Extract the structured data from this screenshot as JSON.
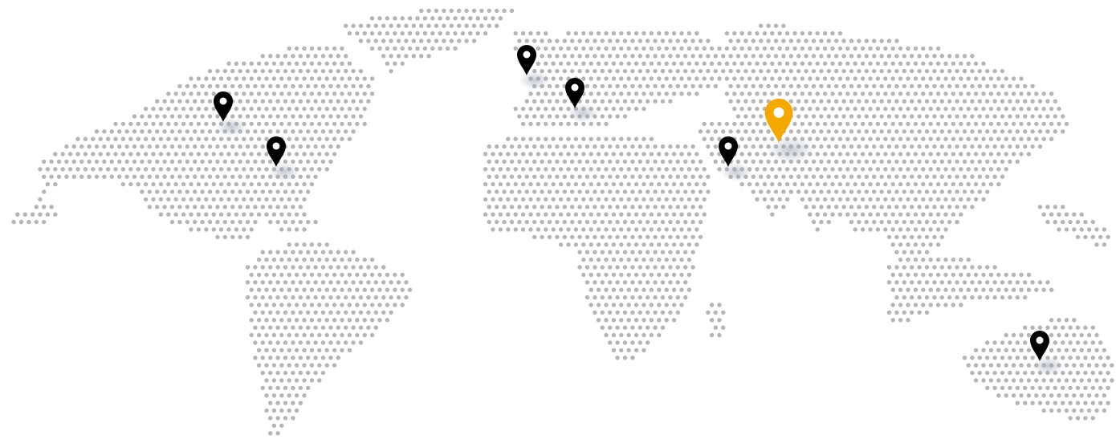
{
  "map": {
    "style": "dotted-world-map",
    "dot_color": "#b5b5b5",
    "background": "#ffffff",
    "markers": [
      {
        "name": "location-pin-icon",
        "region": "western-north-america",
        "color": "#000000",
        "highlighted": false
      },
      {
        "name": "location-pin-icon",
        "region": "eastern-north-america",
        "color": "#000000",
        "highlighted": false
      },
      {
        "name": "location-pin-icon",
        "region": "western-europe",
        "color": "#000000",
        "highlighted": false
      },
      {
        "name": "location-pin-icon",
        "region": "southern-europe",
        "color": "#000000",
        "highlighted": false
      },
      {
        "name": "location-pin-icon",
        "region": "middle-east",
        "color": "#000000",
        "highlighted": false
      },
      {
        "name": "location-pin-icon",
        "region": "central-asia",
        "color": "#f5a800",
        "highlighted": true
      },
      {
        "name": "location-pin-icon",
        "region": "australia",
        "color": "#000000",
        "highlighted": false
      }
    ]
  }
}
